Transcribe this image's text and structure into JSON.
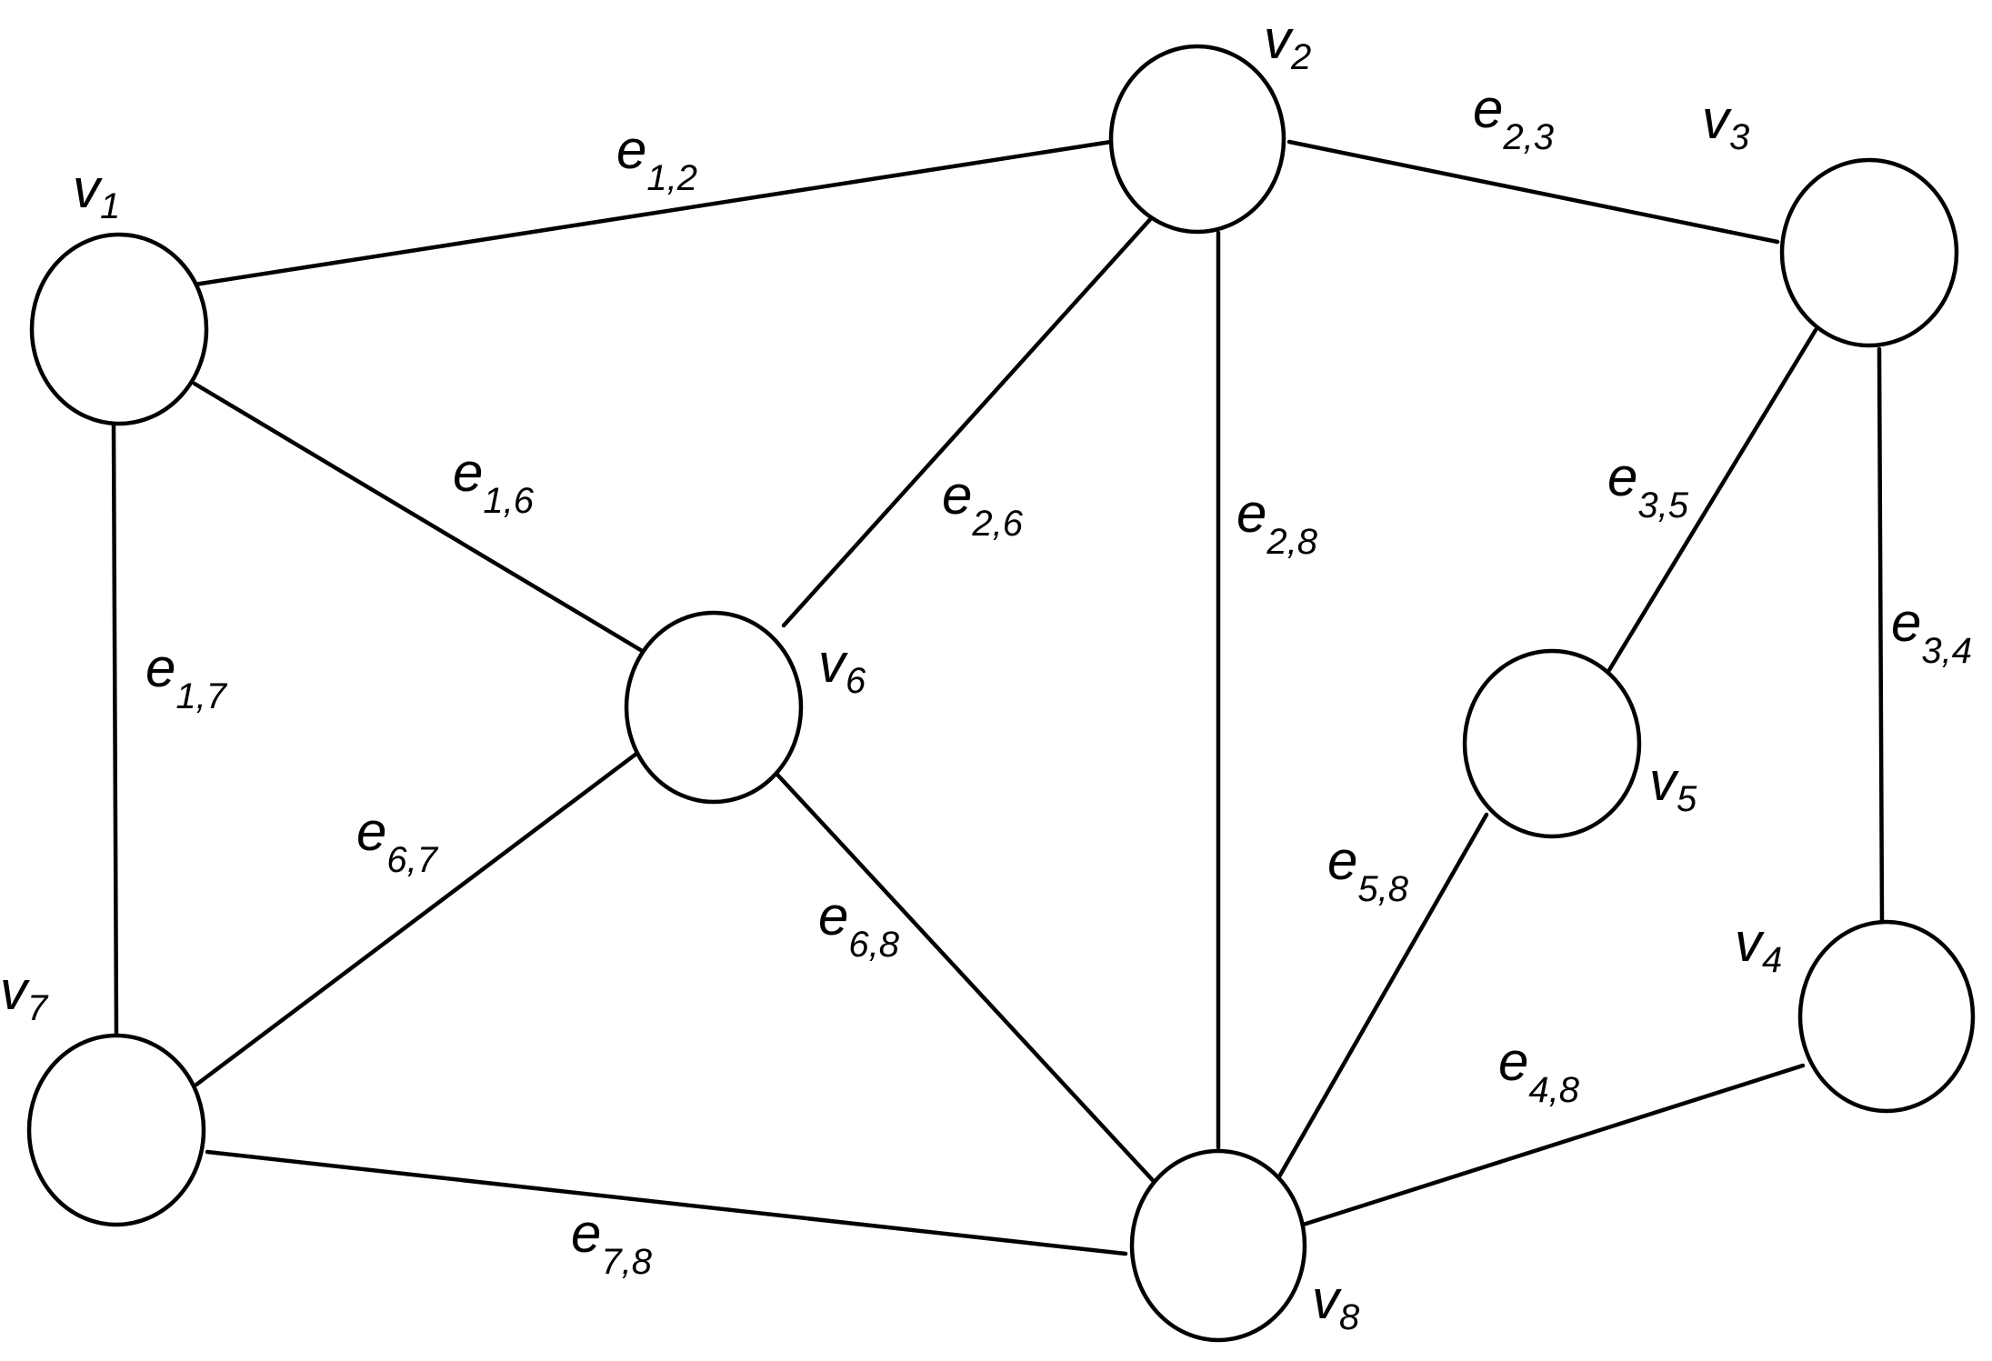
{
  "diagram": {
    "colors": {
      "line": "#000000",
      "background": "#ffffff"
    },
    "nodes": [
      {
        "id": "v1",
        "name": "v",
        "sub": "1"
      },
      {
        "id": "v2",
        "name": "v",
        "sub": "2"
      },
      {
        "id": "v3",
        "name": "v",
        "sub": "3"
      },
      {
        "id": "v4",
        "name": "v",
        "sub": "4"
      },
      {
        "id": "v5",
        "name": "v",
        "sub": "5"
      },
      {
        "id": "v6",
        "name": "v",
        "sub": "6"
      },
      {
        "id": "v7",
        "name": "v",
        "sub": "7"
      },
      {
        "id": "v8",
        "name": "v",
        "sub": "8"
      }
    ],
    "edges": [
      {
        "id": "e12",
        "from": "v1",
        "to": "v2",
        "name": "e",
        "sub": "1,2"
      },
      {
        "id": "e16",
        "from": "v1",
        "to": "v6",
        "name": "e",
        "sub": "1,6"
      },
      {
        "id": "e17",
        "from": "v1",
        "to": "v7",
        "name": "e",
        "sub": "1,7"
      },
      {
        "id": "e23",
        "from": "v2",
        "to": "v3",
        "name": "e",
        "sub": "2,3"
      },
      {
        "id": "e26",
        "from": "v2",
        "to": "v6",
        "name": "e",
        "sub": "2,6"
      },
      {
        "id": "e28",
        "from": "v2",
        "to": "v8",
        "name": "e",
        "sub": "2,8"
      },
      {
        "id": "e35",
        "from": "v3",
        "to": "v5",
        "name": "e",
        "sub": "3,5"
      },
      {
        "id": "e34",
        "from": "v3",
        "to": "v4",
        "name": "e",
        "sub": "3,4"
      },
      {
        "id": "e67",
        "from": "v6",
        "to": "v7",
        "name": "e",
        "sub": "6,7"
      },
      {
        "id": "e68",
        "from": "v6",
        "to": "v8",
        "name": "e",
        "sub": "6,8"
      },
      {
        "id": "e58",
        "from": "v5",
        "to": "v8",
        "name": "e",
        "sub": "5,8"
      },
      {
        "id": "e48",
        "from": "v4",
        "to": "v8",
        "name": "e",
        "sub": "4,8"
      },
      {
        "id": "e78",
        "from": "v7",
        "to": "v8",
        "name": "e",
        "sub": "7,8"
      }
    ]
  }
}
